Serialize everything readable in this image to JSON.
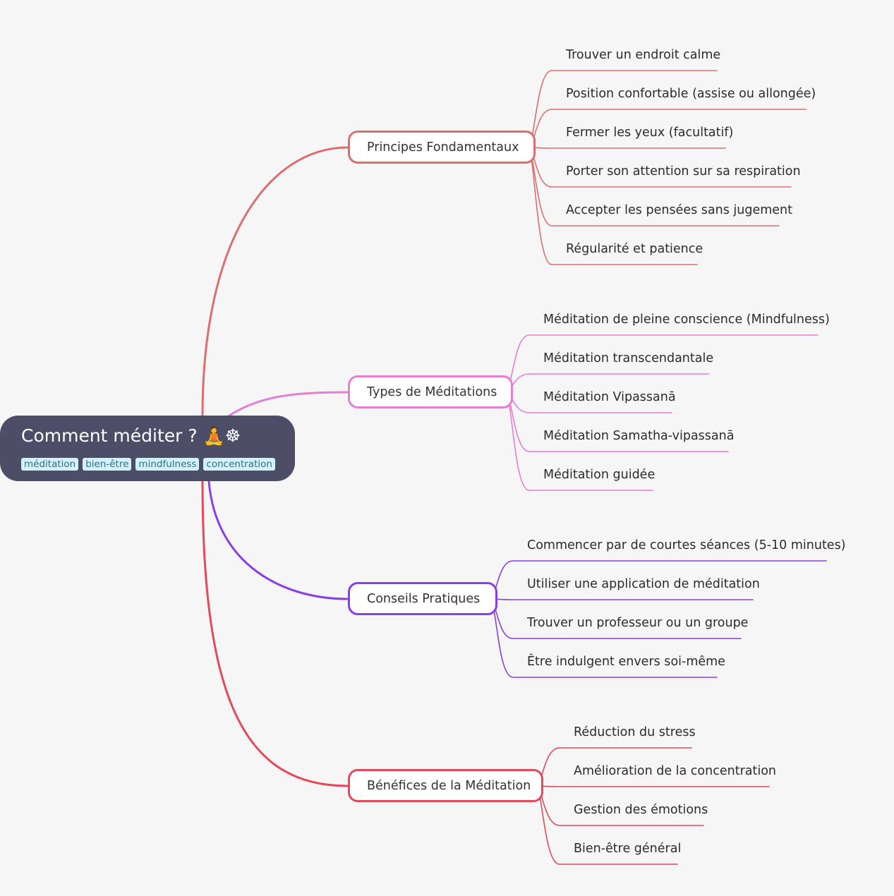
{
  "root": {
    "title": "Comment méditer ? 🧘☸",
    "tags": [
      "méditation",
      "bien-être",
      "mindfulness",
      "concentration"
    ]
  },
  "branches": [
    {
      "label": "Principes Fondamentaux",
      "color": "#d9706f",
      "children": [
        "Trouver un endroit calme",
        "Position confortable (assise ou allongée)",
        "Fermer les yeux (facultatif)",
        "Porter son attention sur sa respiration",
        "Accepter les pensées sans jugement",
        "Régularité et patience"
      ]
    },
    {
      "label": "Types de Méditations",
      "color": "#e47fd2",
      "children": [
        "Méditation de pleine conscience (Mindfulness)",
        "Méditation transcendantale",
        "Méditation Vipassanā",
        "Méditation Samatha-vipassanā",
        "Méditation guidée"
      ]
    },
    {
      "label": "Conseils Pratiques",
      "color": "#8a3ee6",
      "children": [
        "Commencer par de courtes séances (5-10 minutes)",
        "Utiliser une application de méditation",
        "Trouver un professeur ou un groupe",
        "Être indulgent envers soi-même"
      ]
    },
    {
      "label": "Bénéfices de la Méditation",
      "color": "#e04a5a",
      "children": [
        "Réduction du stress",
        "Amélioration de la concentration",
        "Gestion des émotions",
        "Bien-être général"
      ]
    }
  ]
}
